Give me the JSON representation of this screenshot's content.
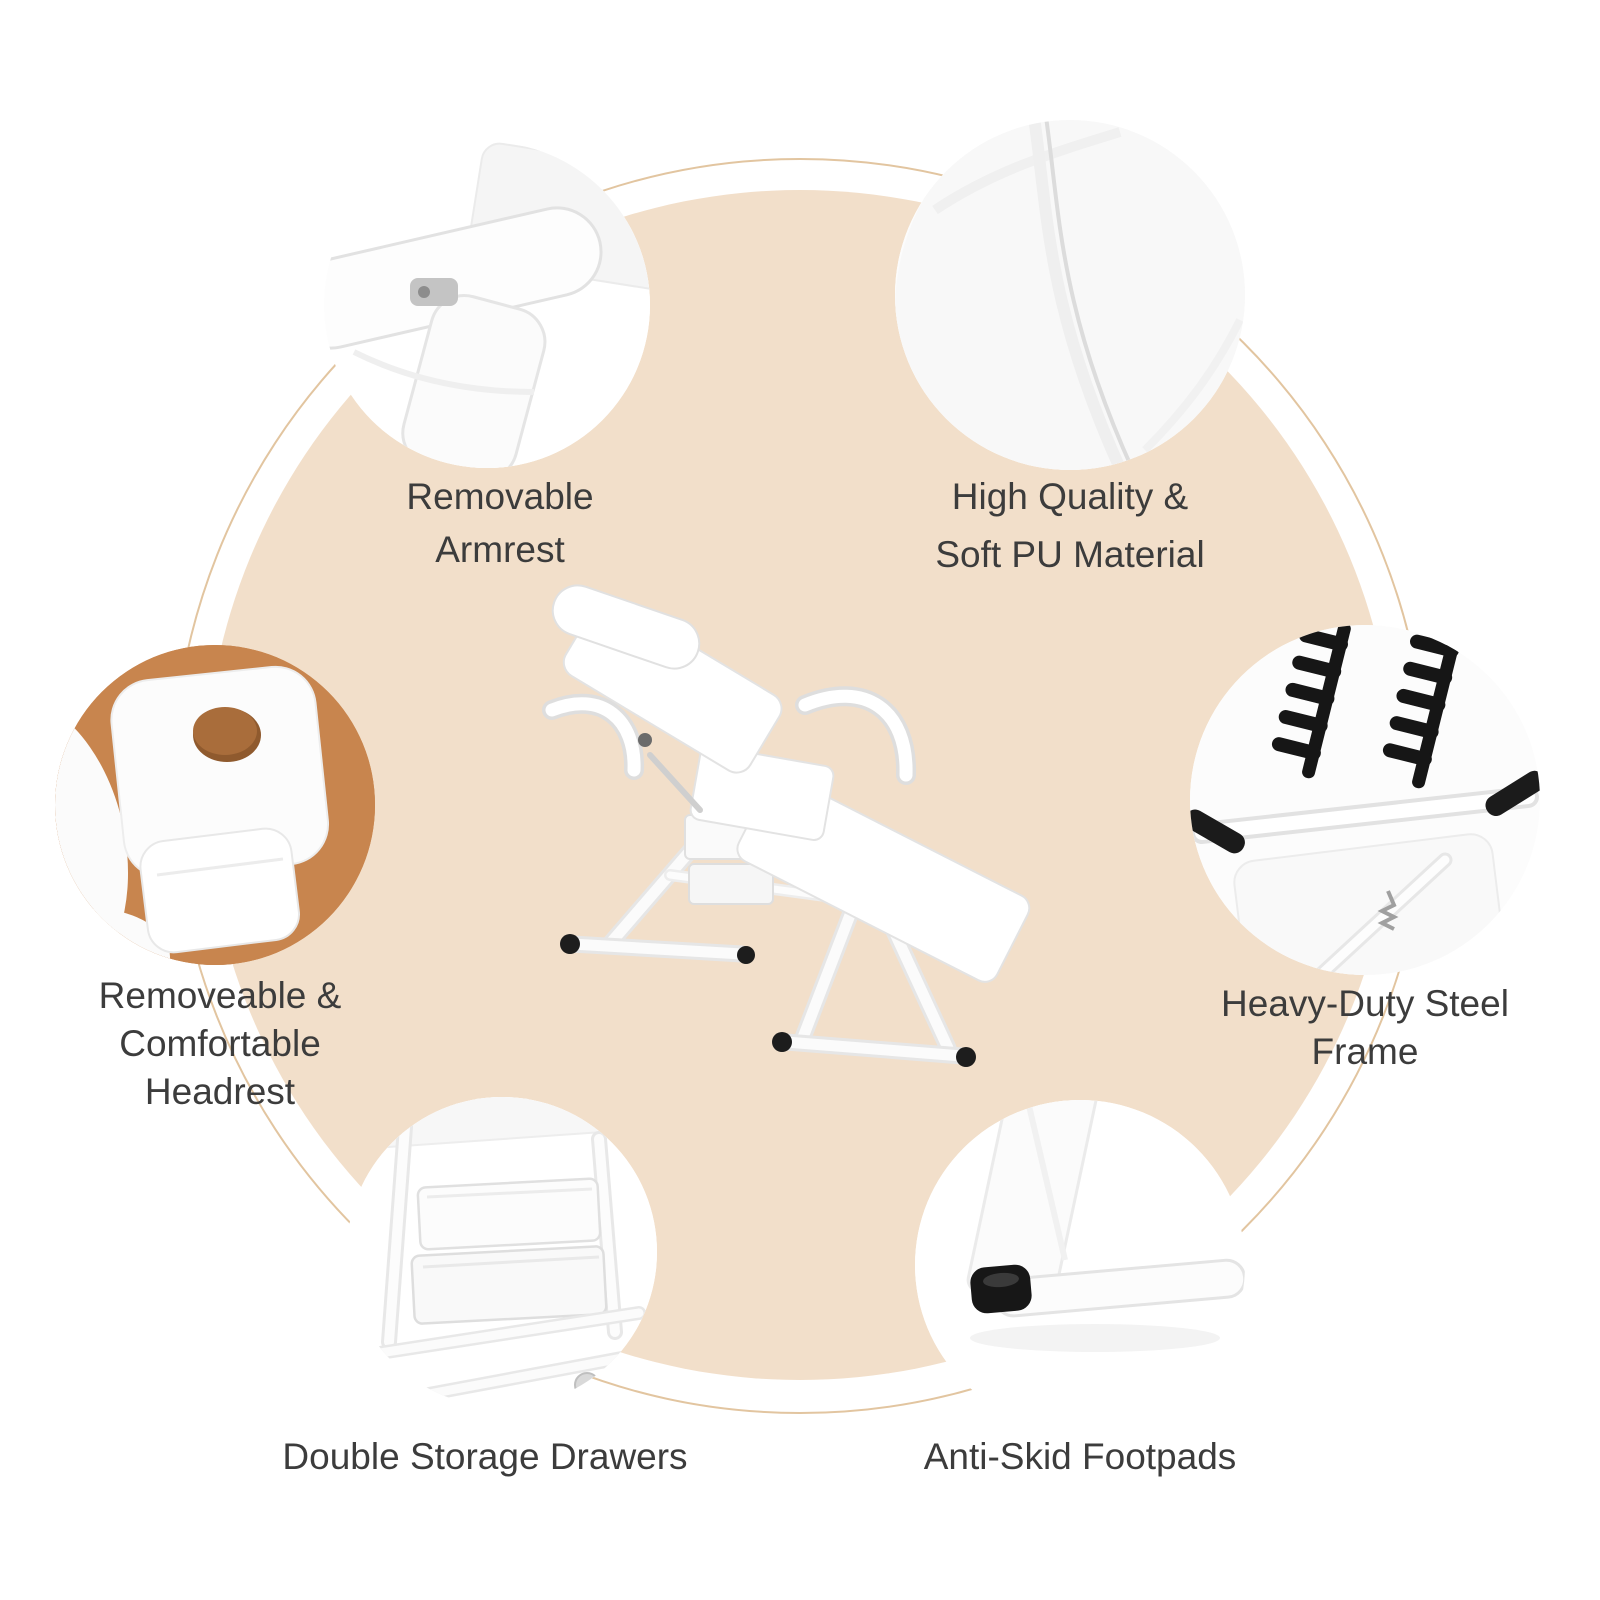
{
  "page": {
    "title": "Facial massage bed feature infographic",
    "colors": {
      "background": "#ffffff",
      "accent_circle": "#f2dfca",
      "accent_ring": "#e2c5a0",
      "tan_photo_background": "#c8854e",
      "text": "#3c3c3c",
      "black_parts": "#171717",
      "product_white": "#ffffff"
    }
  },
  "features": [
    {
      "id": "armrest",
      "photo": "armrest-closeup-photo",
      "line1": "Removable",
      "line2": "Armrest"
    },
    {
      "id": "pu_material",
      "photo": "pu-leather-closeup-photo",
      "line1": "High Quality &",
      "line2": "Soft PU Material"
    },
    {
      "id": "headrest",
      "photo": "headrest-closeup-photo",
      "line1": "Removeable &",
      "line2": "Comfortable",
      "line3": "Headrest"
    },
    {
      "id": "steel_frame",
      "photo": "steel-frame-closeup-photo",
      "line1": "Heavy-Duty Steel",
      "line2": "Frame"
    },
    {
      "id": "storage",
      "photo": "storage-drawers-closeup-photo",
      "line1": "Double Storage Drawers"
    },
    {
      "id": "footpads",
      "photo": "footpad-closeup-photo",
      "line1": "Anti-Skid Footpads"
    }
  ],
  "product": {
    "name": "white facial massage bed with storage drawers"
  }
}
